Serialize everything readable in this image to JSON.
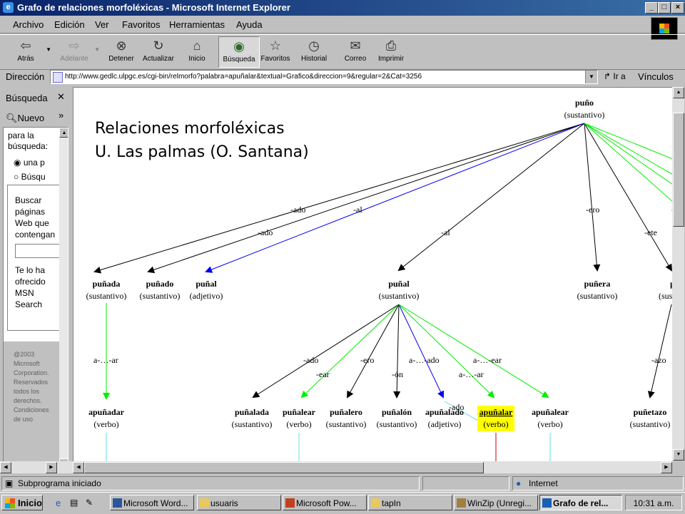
{
  "window": {
    "title": "Grafo de relaciones morfoléxicas - Microsoft Internet Explorer",
    "controls": {
      "minimize": "_",
      "maximize": "□",
      "close": "×"
    }
  },
  "menu": [
    "Archivo",
    "Edición",
    "Ver",
    "Favoritos",
    "Herramientas",
    "Ayuda"
  ],
  "toolbar": {
    "back": "Atrás",
    "forward": "Adelante",
    "stop": "Detener",
    "refresh": "Actualizar",
    "home": "Inicio",
    "search": "Búsqueda",
    "favorites": "Favoritos",
    "history": "Historial",
    "mail": "Correo",
    "print": "Imprimir"
  },
  "address": {
    "label": "Dirección",
    "url": "http://www.gedlc.ulpgc.es/cgi-bin/relmorfo?palabra=apuñalar&textual=Grafico&direccion=9&regular=2&Cat=3256",
    "go": "Ir a",
    "links": "Vínculos"
  },
  "sidebar": {
    "title": "Búsqueda",
    "new": "Nuevo",
    "lines": [
      "para la",
      "búsqueda:"
    ],
    "radio1": "una p",
    "radio2": "Búsqu",
    "box_lines": [
      "Buscar",
      "páginas",
      "Web que",
      "contengan"
    ],
    "msn_lines": [
      "Te lo ha",
      "ofrecido",
      "MSN",
      "Search"
    ],
    "copyright_lines": [
      "@2003",
      "Microsoft",
      "Corporation.",
      "Reservados",
      "todos los",
      "derechos.",
      "Condiciones",
      "de uso"
    ]
  },
  "page": {
    "heading_line1": "Relaciones morfoléxicas",
    "heading_line2": "U. Las palmas (O. Santana)"
  },
  "graph": {
    "nodes": {
      "puno": {
        "word": "puño",
        "cat": "(sustantivo)"
      },
      "punada": {
        "word": "puñada",
        "cat": "(sustantivo)"
      },
      "punado": {
        "word": "puñado",
        "cat": "(sustantivo)"
      },
      "punal_adj": {
        "word": "puñal",
        "cat": "(adjetivo)"
      },
      "punal": {
        "word": "puñal",
        "cat": "(sustantivo)"
      },
      "punera": {
        "word": "puñera",
        "cat": "(sustantivo)"
      },
      "pu_cut": {
        "word": "pu",
        "cat": "(susta"
      },
      "apunadar": {
        "word": "apuñadar",
        "cat": "(verbo)"
      },
      "punalada": {
        "word": "puñalada",
        "cat": "(sustantivo)"
      },
      "punalear": {
        "word": "puñalear",
        "cat": "(verbo)"
      },
      "punalero": {
        "word": "puñalero",
        "cat": "(sustantivo)"
      },
      "punalon": {
        "word": "puñalón",
        "cat": "(sustantivo)"
      },
      "apunalado": {
        "word": "apuñalado",
        "cat": "(adjetivo)"
      },
      "apunalar": {
        "word": "apuñalar",
        "cat": "(verbo)"
      },
      "apunalear": {
        "word": "apuñalear",
        "cat": "(verbo)"
      },
      "punetazo": {
        "word": "puñetazo",
        "cat": "(sustantivo)"
      }
    },
    "edge_labels": {
      "ado1": "-ado",
      "al1": "-al",
      "ado2": "-ado",
      "al2": "-al",
      "ero": "-ero",
      "ete": "-ete",
      "dash": "-",
      "a_ar1": "a-…-ar",
      "ado3": "-ado",
      "ear1": "-ear",
      "ero2": "-ero",
      "on": "-ón",
      "a_ado": "a-…-ado",
      "a_ar2": "a-…-ar",
      "a_ear": "a-…-ear",
      "azo": "-azo",
      "ado4": "-ado"
    },
    "colors": {
      "derivation": "#000000",
      "green": "#00ee00",
      "blue": "#0000ee",
      "cyan": "#66dddd",
      "red": "#cc0000",
      "highlight": "#ffff00"
    }
  },
  "status": {
    "text": "Subprograma iniciado",
    "zone": "Internet"
  },
  "taskbar": {
    "start": "Inicio",
    "tasks": [
      "Microsoft Word...",
      "usuaris",
      "Microsoft Pow...",
      "tapIn",
      "WinZip (Unregi...",
      "Grafo de rel..."
    ],
    "clock": "10:31 a.m."
  }
}
